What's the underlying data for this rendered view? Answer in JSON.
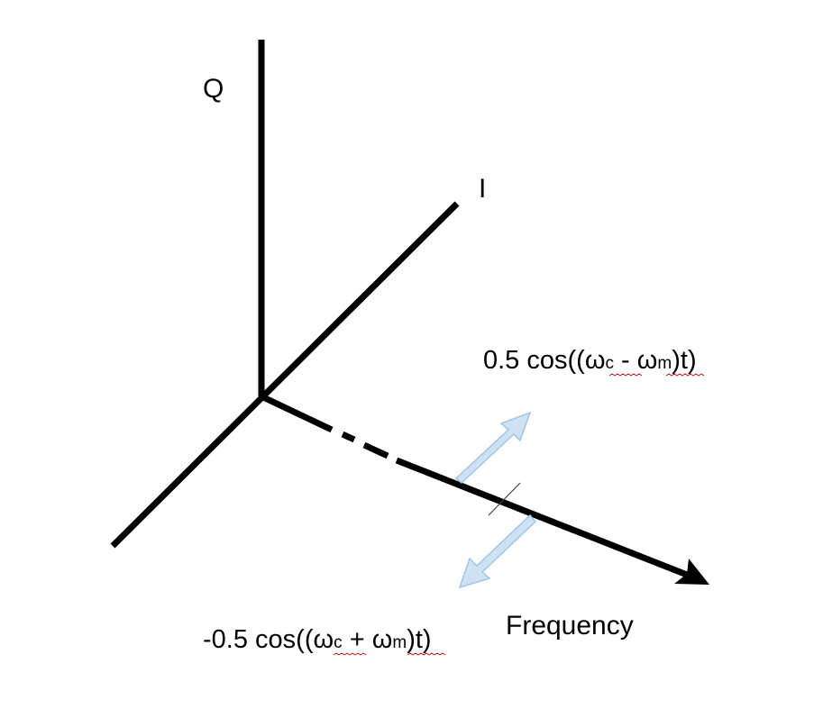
{
  "axes": {
    "q_label": "Q",
    "i_label": "I",
    "frequency_label": "Frequency"
  },
  "components": {
    "upper": {
      "prefix": "0.5 cos((",
      "omega_c": "ω",
      "sub_c": "c",
      "operator": " - ",
      "omega_m": "ω",
      "sub_m": "m",
      "suffix": ")t)"
    },
    "lower": {
      "prefix": "-0.5 cos((",
      "omega_c": "ω",
      "sub_c": "c",
      "operator": " + ",
      "omega_m": "ω",
      "sub_m": "m",
      "suffix": ")t)"
    }
  },
  "colors": {
    "axis": "#000000",
    "arrow_fill": "#cfe2f3",
    "arrow_stroke": "#9fc5e8",
    "spellcheck_underline": "#c00000"
  }
}
